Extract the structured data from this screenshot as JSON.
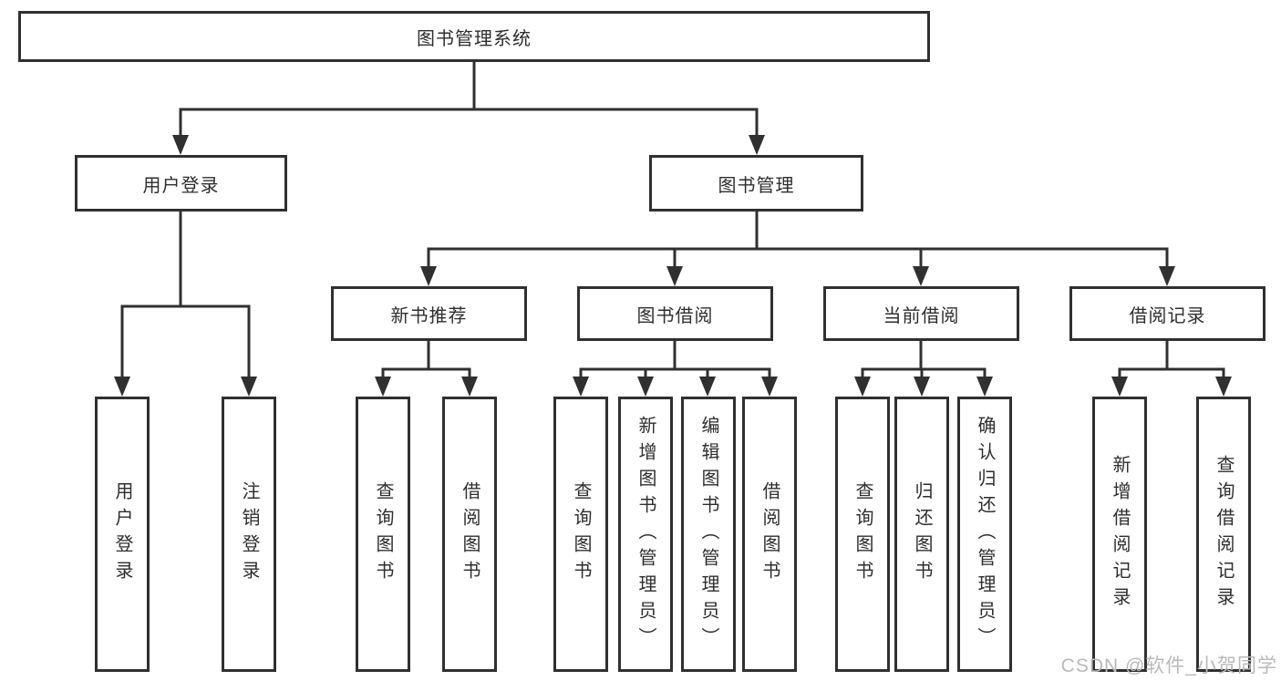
{
  "diagram": {
    "title": "图书管理系统",
    "branches": [
      {
        "label": "用户登录",
        "leaves": [
          "用户登录",
          "注销登录"
        ]
      },
      {
        "label": "图书管理",
        "groups": [
          {
            "label": "新书推荐",
            "leaves": [
              "查询图书",
              "借阅图书"
            ]
          },
          {
            "label": "图书借阅",
            "leaves": [
              "查询图书",
              "新增图书（管理员）",
              "编辑图书（管理员）",
              "借阅图书"
            ]
          },
          {
            "label": "当前借阅",
            "leaves": [
              "查询图书",
              "归还图书",
              "确认归还（管理员）"
            ]
          },
          {
            "label": "借阅记录",
            "leaves": [
              "新增借阅记录",
              "查询借阅记录"
            ]
          }
        ]
      }
    ]
  },
  "watermark": {
    "text": "CSDN @软件_小贺同学"
  },
  "colors": {
    "line": "#303030",
    "box_border": "#303030",
    "text": "#2e2e2e",
    "background": "#ffffff",
    "watermark": "#b9b9b9"
  }
}
